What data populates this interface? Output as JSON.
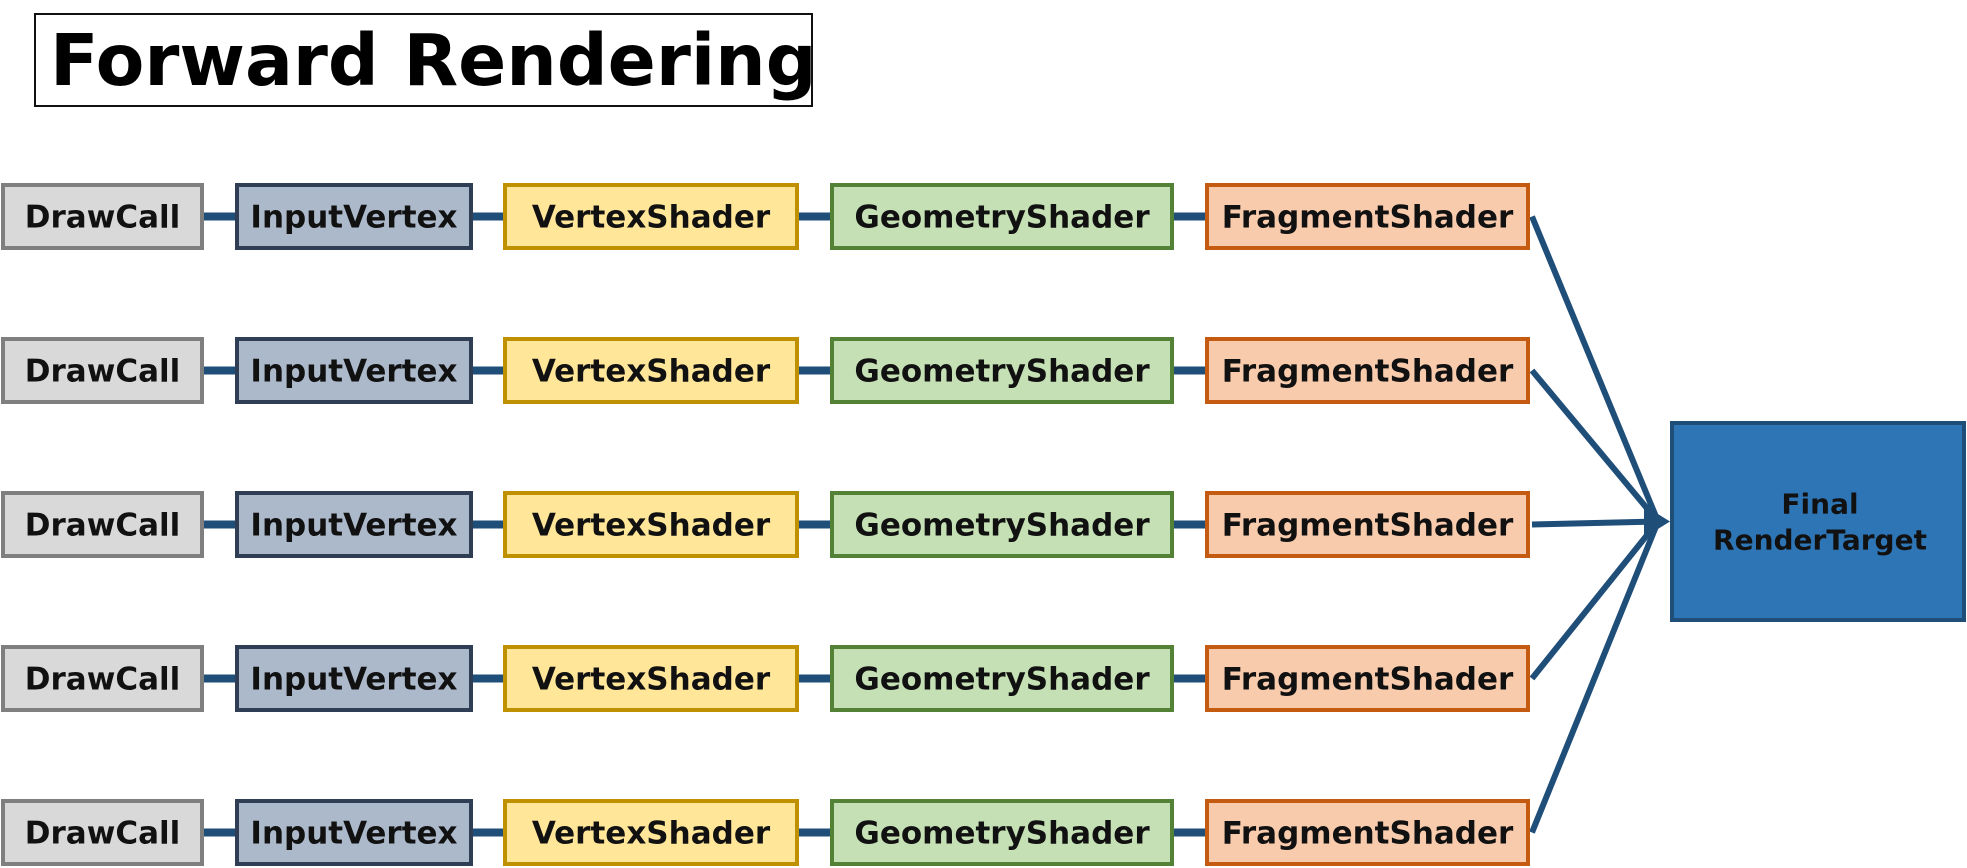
{
  "title": "Forward Rendering",
  "stages": [
    {
      "id": "drawcall",
      "label": "DrawCall",
      "fill": "#d9d9d9",
      "stroke": "#7f7f7f"
    },
    {
      "id": "inputvertex",
      "label": "InputVertex",
      "fill": "#acb9ca",
      "stroke": "#2f3e54"
    },
    {
      "id": "vertexshader",
      "label": "VertexShader",
      "fill": "#ffe699",
      "stroke": "#bf9000"
    },
    {
      "id": "geometryshader",
      "label": "GeometryShader",
      "fill": "#c5e0b4",
      "stroke": "#538135"
    },
    {
      "id": "fragmentshader",
      "label": "FragmentShader",
      "fill": "#f8cbad",
      "stroke": "#c55a11"
    }
  ],
  "row_count": 5,
  "connector_color": "#1f4e79",
  "target": {
    "label_lines": [
      "Final",
      "RenderTarget"
    ],
    "fill": "#2e75b6",
    "stroke": "#1f4e79"
  }
}
